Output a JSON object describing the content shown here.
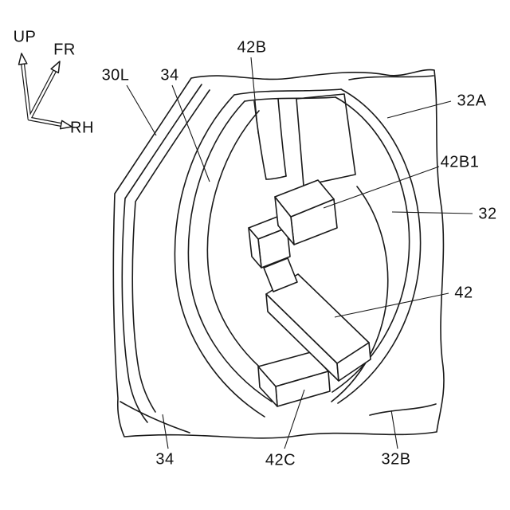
{
  "axes": {
    "up": "UP",
    "fr": "FR",
    "rh": "RH"
  },
  "labels": {
    "l30L": "30L",
    "l34_top": "34",
    "l42B": "42B",
    "l32A": "32A",
    "l42B1": "42B1",
    "l32": "32",
    "l42": "42",
    "l34_bottom": "34",
    "l42C": "42C",
    "l32B": "32B"
  },
  "colors": {
    "line": "#1a1a1a",
    "background": "#ffffff"
  }
}
